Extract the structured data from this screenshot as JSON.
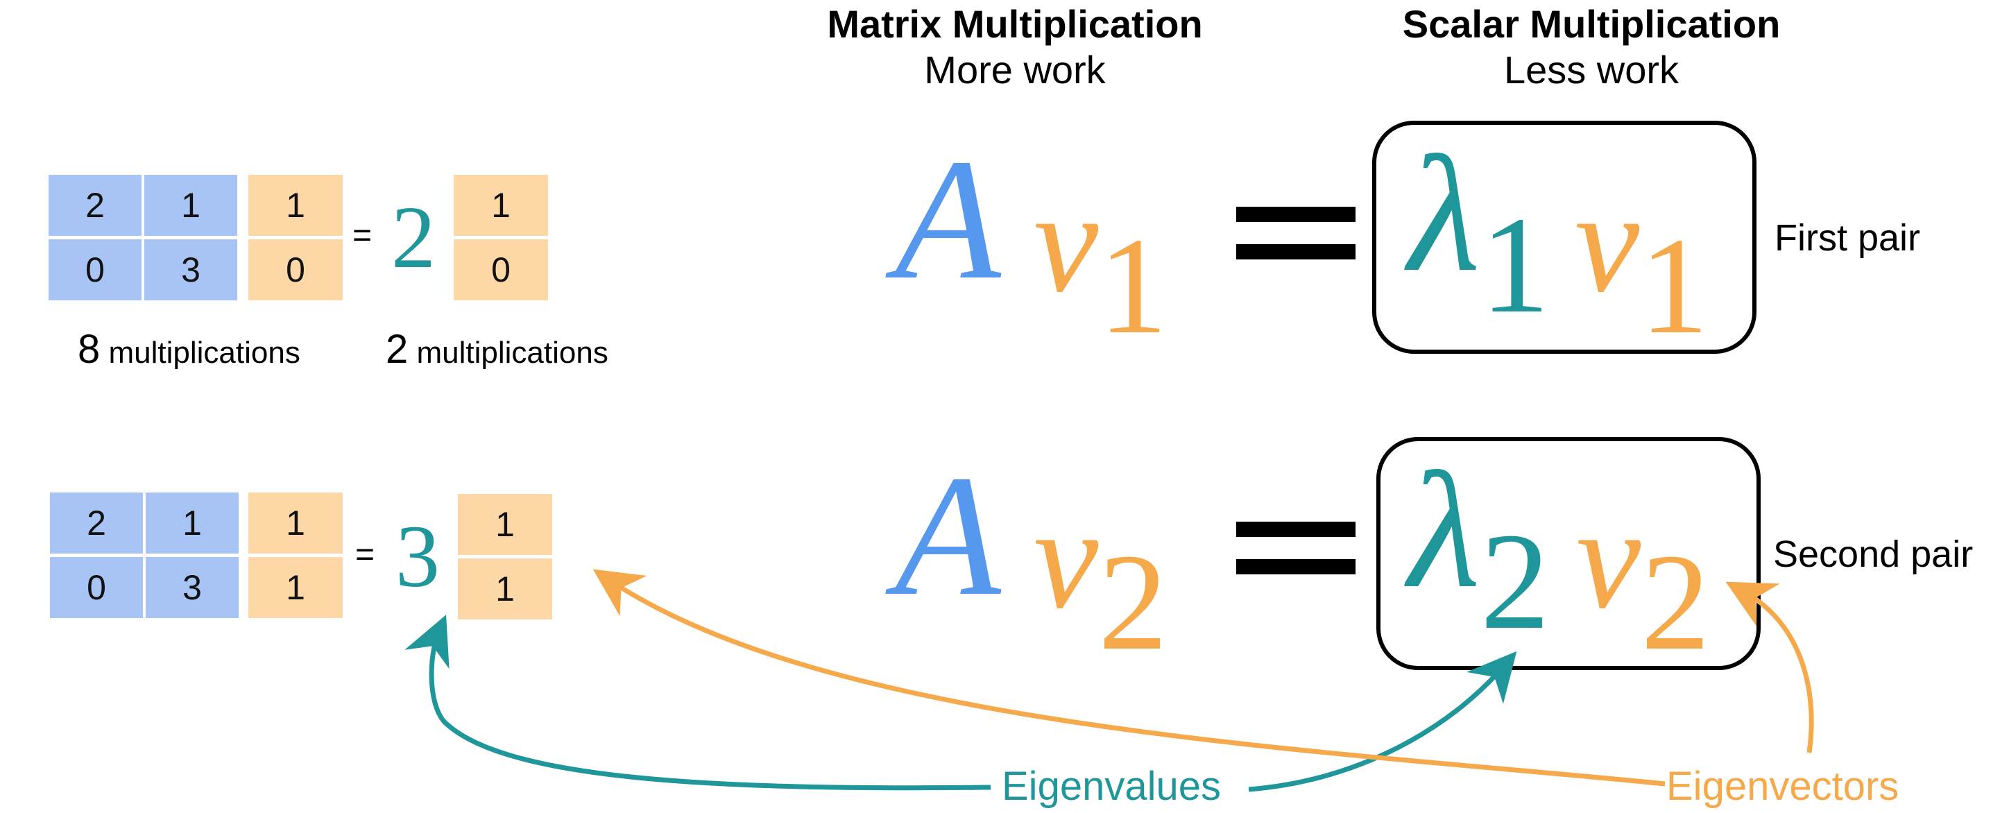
{
  "headings": {
    "matrix": {
      "title": "Matrix Multiplication",
      "subtitle": "More work"
    },
    "scalar": {
      "title": "Scalar Multiplication",
      "subtitle": "Less work"
    }
  },
  "example1": {
    "matrix": [
      [
        "2",
        "1"
      ],
      [
        "0",
        "3"
      ]
    ],
    "vector": [
      "1",
      "0"
    ],
    "equals": "=",
    "scalar": "2",
    "result": [
      "1",
      "0"
    ],
    "matrix_ops": {
      "count": "8",
      "label": "multiplications"
    },
    "scalar_ops": {
      "count": "2",
      "label": "multiplications"
    }
  },
  "example2": {
    "matrix": [
      [
        "2",
        "1"
      ],
      [
        "0",
        "3"
      ]
    ],
    "vector": [
      "1",
      "1"
    ],
    "equals": "=",
    "scalar": "3",
    "result": [
      "1",
      "1"
    ]
  },
  "equation1": {
    "A": "A",
    "v": "v",
    "v_sub": "1",
    "lambda": "λ",
    "lambda_sub": "1",
    "label": "First pair"
  },
  "equation2": {
    "A": "A",
    "v": "v",
    "v_sub": "2",
    "lambda": "λ",
    "lambda_sub": "2",
    "label": "Second pair"
  },
  "annotations": {
    "eigenvalues": "Eigenvalues",
    "eigenvectors": "Eigenvectors"
  },
  "colors": {
    "matrix": "#5598ee",
    "vector": "#f5a94a",
    "eigenvalue": "#1f969a",
    "matrix_cell": "#a8c4f4",
    "vector_cell": "#fdd7a6"
  }
}
